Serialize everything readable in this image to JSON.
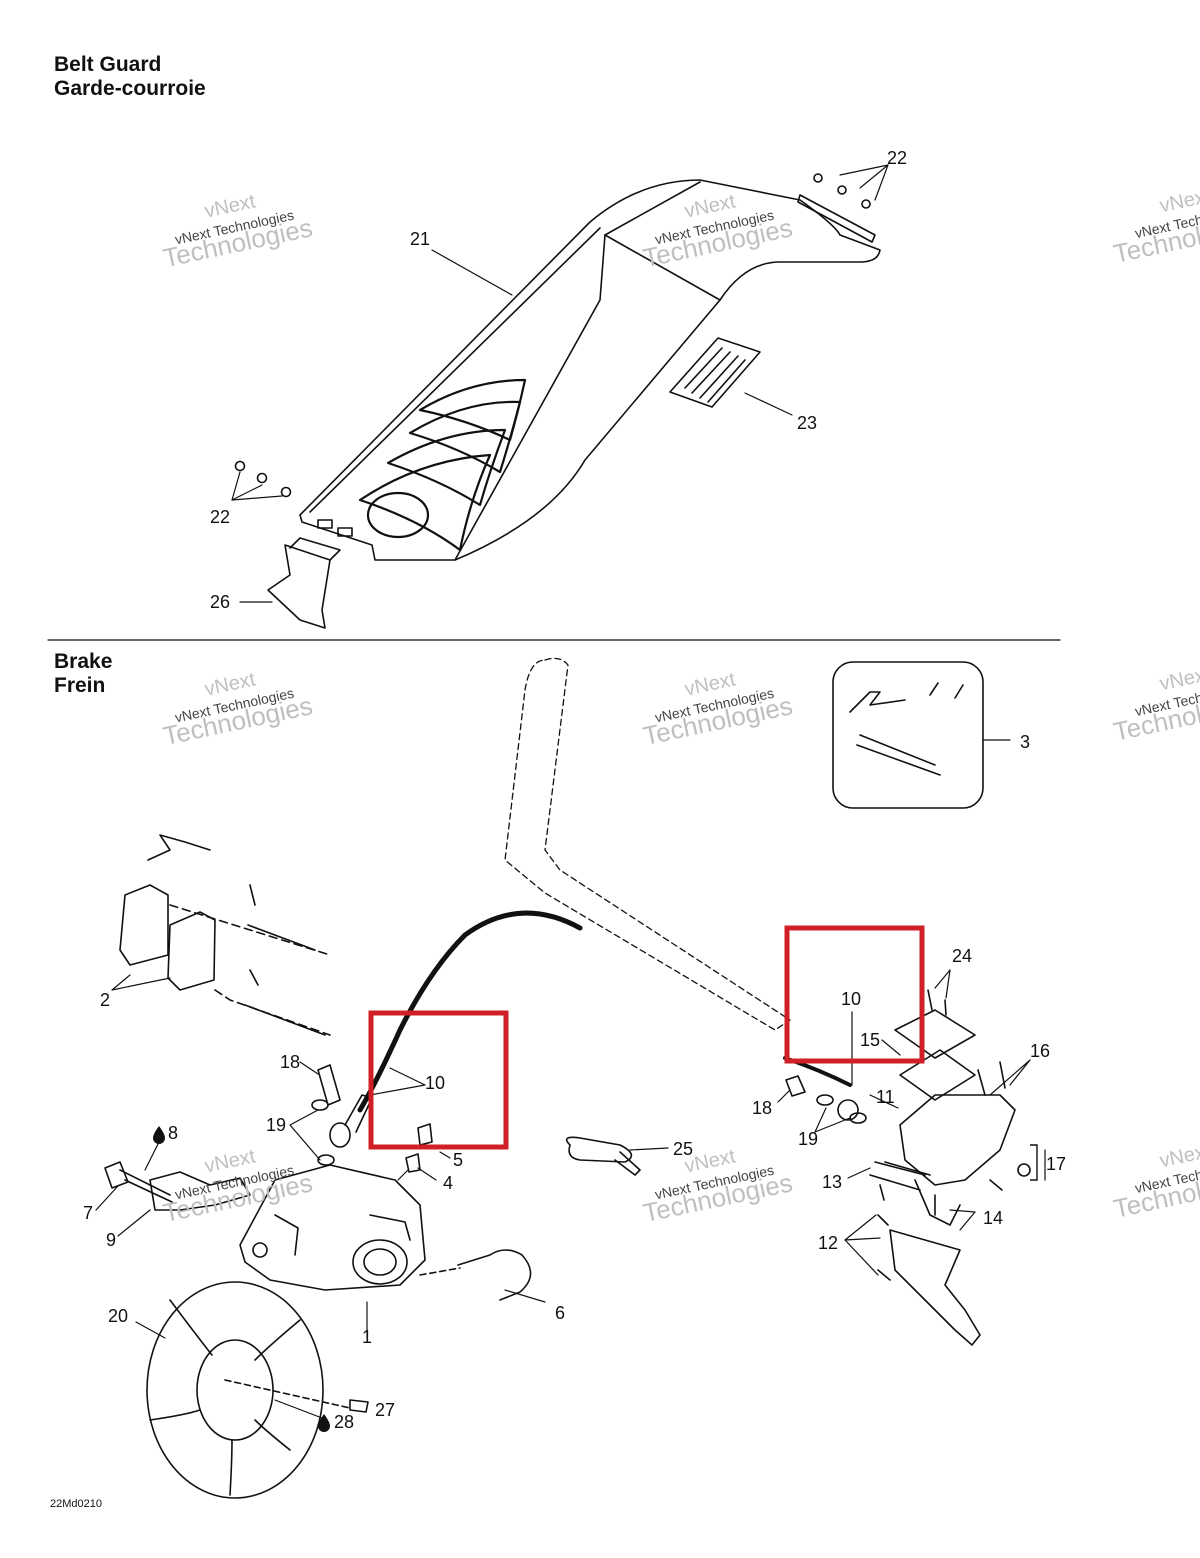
{
  "sections": {
    "belt_guard": {
      "title_en": "Belt Guard",
      "title_fr": "Garde-courroie"
    },
    "brake": {
      "title_en": "Brake",
      "title_fr": "Frein"
    }
  },
  "watermark": {
    "line1": "vNext",
    "line2": "vNext Technologies",
    "line3": "Technologies"
  },
  "diagram_code": "22Md0210",
  "callouts": {
    "c22a": "22",
    "c21": "21",
    "c23": "23",
    "c22b": "22",
    "c26": "26",
    "c3": "3",
    "c2": "2",
    "c18a": "18",
    "c10a": "10",
    "c19a": "19",
    "c8": "8",
    "c5": "5",
    "c4": "4",
    "c7": "7",
    "c9": "9",
    "c1": "1",
    "c6": "6",
    "c20": "20",
    "c27": "27",
    "c28": "28",
    "c25": "25",
    "c24": "24",
    "c10b": "10",
    "c15": "15",
    "c16": "16",
    "c11": "11",
    "c18b": "18",
    "c19b": "19",
    "c17": "17",
    "c13": "13",
    "c14": "14",
    "c12": "12"
  },
  "colors": {
    "highlight": "#d01f27",
    "line": "#111111",
    "watermark": "#bfbfbf"
  }
}
